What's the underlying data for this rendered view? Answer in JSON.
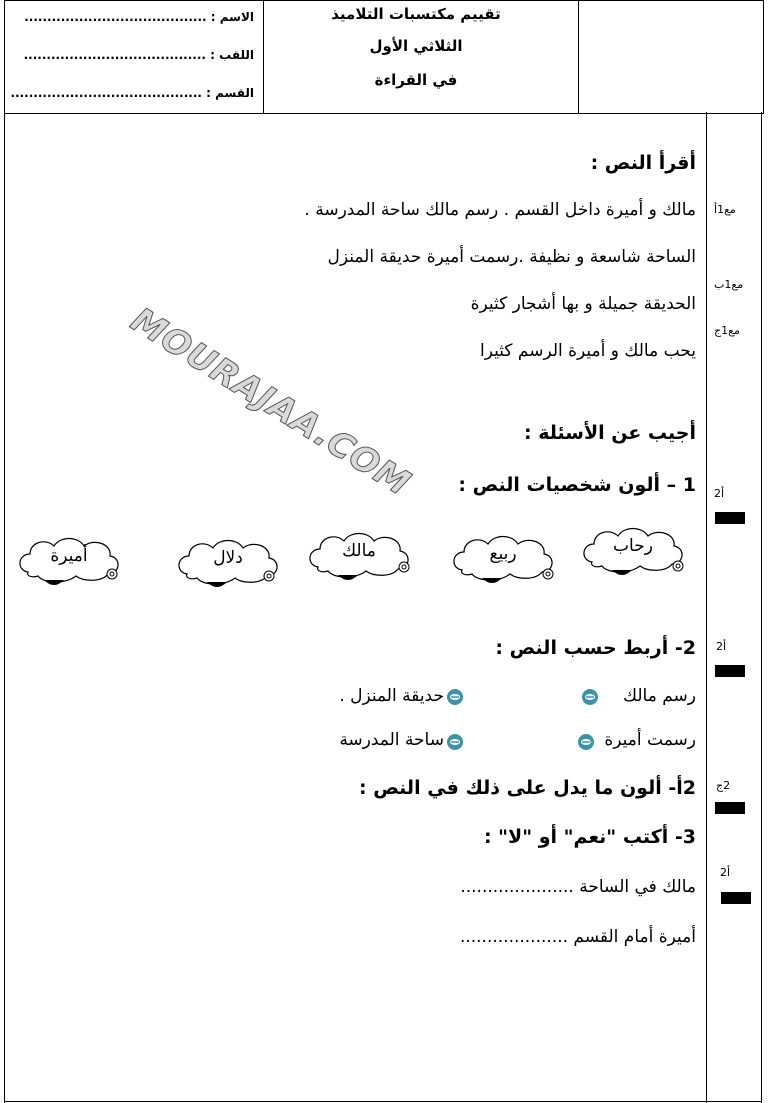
{
  "header": {
    "name_label": "الاسم :",
    "surname_label": "اللقب :",
    "class_label": "القسم :",
    "name_dots": "........................................",
    "surname_dots": "........................................",
    "class_dots": "..........................................",
    "title_line1": "تقييم مكتسبات التلاميذ",
    "title_line2": "الثلاثي الأول",
    "title_line3": "في القراءة"
  },
  "reading": {
    "heading": "أقرأ النص :",
    "lines": [
      "مالك و أميرة داخل القسم . رسم مالك ساحة المدرسة .",
      "الساحة شاسعة و نظيفة .رسمت أميرة حديقة المنزل",
      "الحديقة جميلة و بها أشجار كثيرة",
      "يحب مالك و أميرة الرسم كثيرا"
    ]
  },
  "watermark": "MOURAJAA.COM",
  "questions": {
    "heading": "أجيب عن الأسئلة :",
    "q1": "1 – ألون شخصيات النص :",
    "characters": [
      "رحاب",
      "ربيع",
      "مالك",
      "دلال",
      "أميرة"
    ],
    "q2": "2- أربط حسب النص :",
    "match_left": [
      "رسم مالك",
      "رسمت أميرة"
    ],
    "match_right": [
      "حديقة المنزل .",
      "ساحة المدرسة"
    ],
    "q2a": "2أ- ألون ما يدل على ذلك في النص :",
    "q3": "3- أكتب \"نعم\" أو \"لا\" :",
    "q3_items": [
      "مالك في الساحة .....................",
      "أميرة أمام القسم ...................."
    ]
  },
  "criteria": {
    "c1a": "مع1أ",
    "c1b": "مع1ب",
    "c1c": "مع1ج",
    "q1": "أ2",
    "q2": "أ2",
    "q2a": "2ج",
    "q3": "أ2"
  }
}
